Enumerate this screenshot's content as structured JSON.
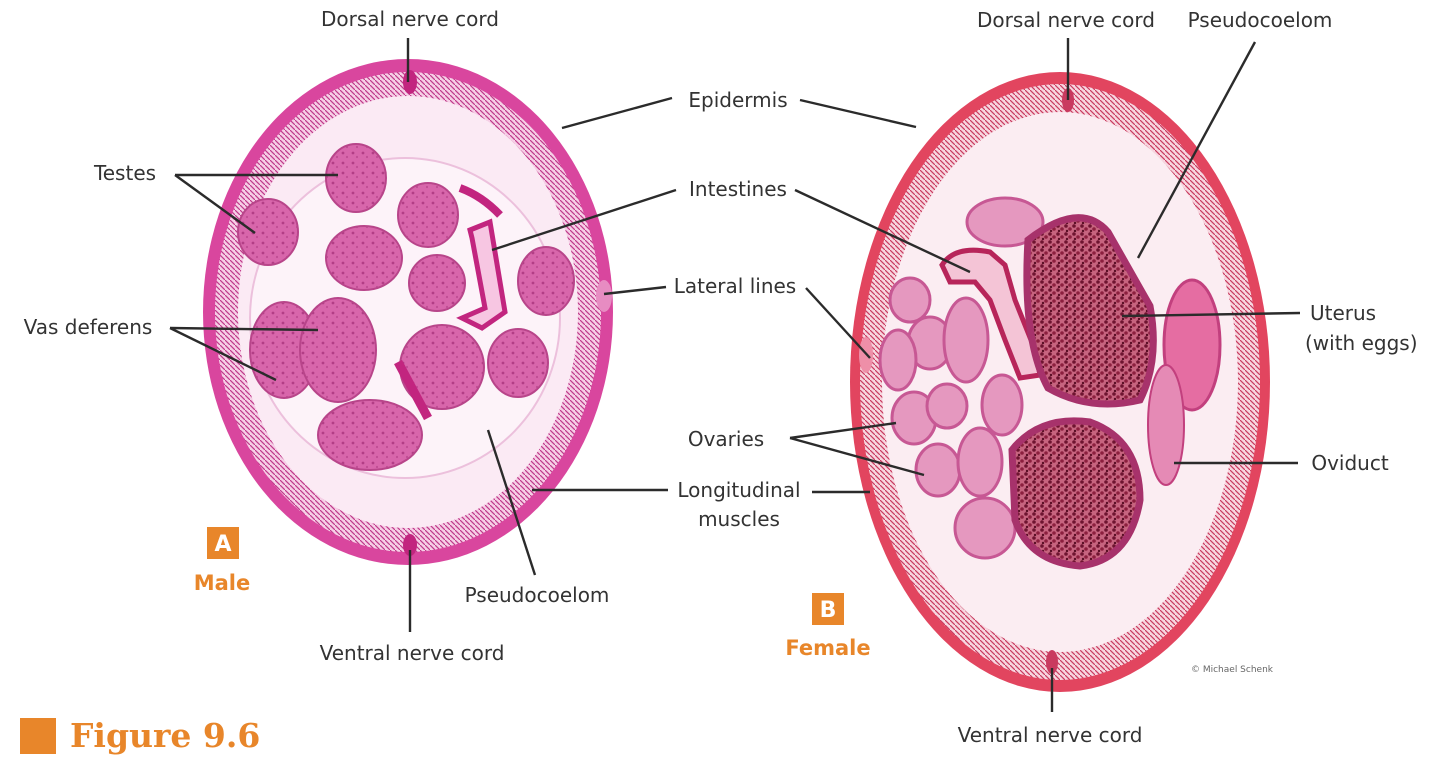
{
  "figure": {
    "title": "Figure 9.6"
  },
  "panels": {
    "male": {
      "letter": "A",
      "name": "Male"
    },
    "female": {
      "letter": "B",
      "name": "Female"
    }
  },
  "labels": {
    "dorsal_nerve_cord_a": "Dorsal nerve cord",
    "dorsal_nerve_cord_b": "Dorsal nerve cord",
    "pseudocoelom_b": "Pseudocoelom",
    "epidermis": "Epidermis",
    "testes": "Testes",
    "intestines": "Intestines",
    "lateral_lines": "Lateral lines",
    "vas_deferens": "Vas deferens",
    "uterus_line1": "Uterus",
    "uterus_line2": "(with eggs)",
    "ovaries": "Ovaries",
    "oviduct": "Oviduct",
    "longitudinal_line1": "Longitudinal",
    "longitudinal_line2": "muscles",
    "pseudocoelom_a": "Pseudocoelom",
    "ventral_nerve_cord_a": "Ventral nerve cord",
    "ventral_nerve_cord_b": "Ventral nerve cord"
  },
  "credit": "© Michael Schenk",
  "colors": {
    "male_epidermis": "#d9469e",
    "female_epidermis": "#e2455f",
    "tissue_fill": "#fbeaf4",
    "organ": "#d85aa8",
    "egg_mass": "#8c1f3e",
    "accent": "#e8862a"
  }
}
